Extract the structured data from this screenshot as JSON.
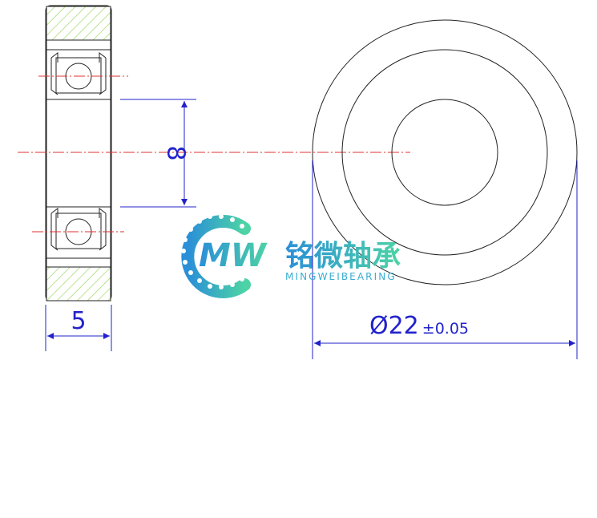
{
  "dimensions": {
    "width_label": "5",
    "inner_diameter_label": "8",
    "outer_diameter_label": "Ø22",
    "outer_diameter_tolerance": "±0.05"
  },
  "brand": {
    "logo_letters": "MW",
    "name_cn": "铭微轴承",
    "name_en": "MINGWEIBEARING"
  },
  "colors": {
    "outline": "#222222",
    "dimension": "#2222cc",
    "centerline": "#e03030",
    "hatch": "#8fd14f",
    "logo_gradient_start": "#2a8fd8",
    "logo_gradient_end": "#4dd3a5"
  }
}
